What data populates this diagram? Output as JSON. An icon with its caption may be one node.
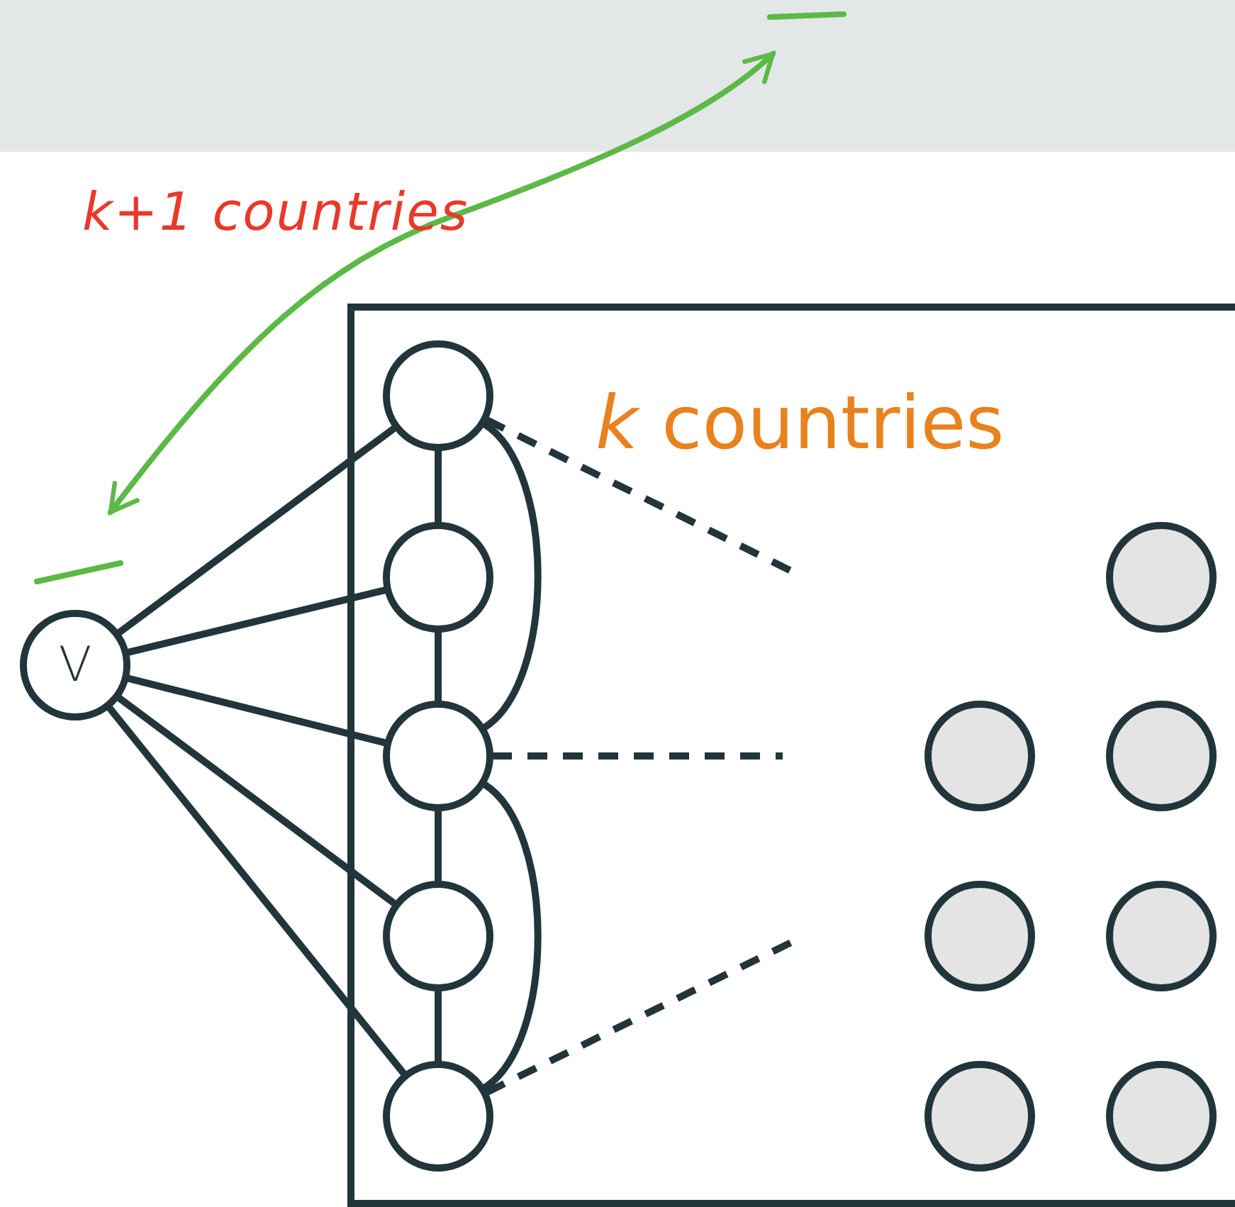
{
  "diagram": {
    "nodes": [
      {
        "text": [],
        "shape": "band"
      },
      {
        "text": [
          "*k* countries"
        ]
      },
      {
        "text": [],
        "shape": "circle",
        "in": 1
      },
      {
        "text": [],
        "shape": "circle",
        "in": 1
      },
      {
        "text": [],
        "shape": "circle",
        "in": 1
      },
      {
        "text": [],
        "shape": "circle",
        "in": 1
      },
      {
        "text": [],
        "shape": "circle",
        "in": 1
      },
      {
        "text": [],
        "shape": "circle",
        "in": 1
      },
      {
        "text": [],
        "shape": "circle",
        "in": 1
      },
      {
        "text": [],
        "shape": "circle",
        "in": 1
      },
      {
        "text": [],
        "shape": "circle",
        "in": 1
      },
      {
        "text": [],
        "shape": "circle",
        "in": 1
      },
      {
        "text": [],
        "shape": "circle",
        "in": 1
      },
      {
        "text": [],
        "shape": "circle",
        "in": 1
      },
      {
        "text": [
          "V"
        ]
      }
    ],
    "edges": [
      {
        "from": 14,
        "to": 2,
        "arrow": "none"
      },
      {
        "from": 14,
        "to": 3,
        "arrow": "none"
      },
      {
        "from": 14,
        "to": 4,
        "arrow": "none"
      },
      {
        "from": 14,
        "to": 5,
        "arrow": "none"
      },
      {
        "from": 14,
        "to": 6,
        "arrow": "none"
      },
      {
        "from": 2,
        "to": 3,
        "arrow": "none"
      },
      {
        "from": 3,
        "to": 4,
        "arrow": "none"
      },
      {
        "from": 4,
        "to": 5,
        "arrow": "none"
      },
      {
        "from": 5,
        "to": 6,
        "arrow": "none"
      },
      {
        "from": 2,
        "to": 4,
        "arrow": "none"
      },
      {
        "from": 4,
        "to": 6,
        "arrow": "none"
      },
      {
        "from": 2,
        "to": null,
        "arrow": "none",
        "style": "dashed"
      },
      {
        "from": 4,
        "to": null,
        "arrow": "none",
        "style": "dashed"
      },
      {
        "from": 6,
        "to": null,
        "arrow": "none",
        "style": "dashed"
      },
      {
        "from": null,
        "to": 0,
        "arrow": "both",
        "color": "#5cb946",
        "label": "k+1 countries"
      }
    ]
  }
}
